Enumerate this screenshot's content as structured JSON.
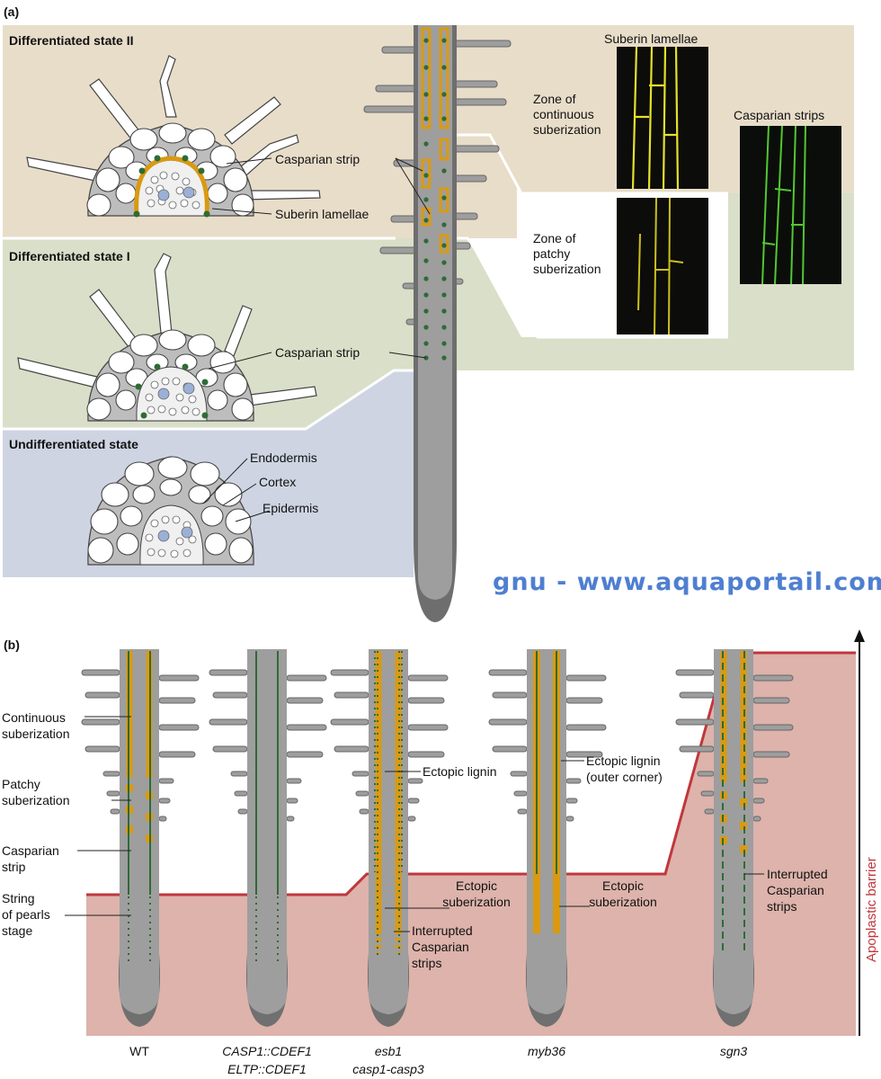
{
  "panel_a": {
    "tag": "(a)",
    "states": {
      "diff2": "Differentiated state II",
      "diff1": "Differentiated state I",
      "undiff": "Undifferentiated state"
    },
    "labels": {
      "casparian_strip_2": "Casparian strip",
      "suberin_lamellae": "Suberin lamellae",
      "casparian_strip_1": "Casparian strip",
      "endodermis": "Endodermis",
      "cortex": "Cortex",
      "epidermis": "Epidermis"
    },
    "micro": {
      "suberin_title": "Suberin lamellae",
      "casparian_title": "Casparian strips",
      "zone_cont": [
        "Zone of",
        "continuous",
        "suberization"
      ],
      "zone_patchy": [
        "Zone of",
        "patchy",
        "suberization"
      ]
    }
  },
  "watermark": "gnu - www.aquaportail.com",
  "panel_b": {
    "tag": "(b)",
    "left_labels": {
      "continuous": [
        "Continuous",
        "suberization"
      ],
      "patchy": [
        "Patchy",
        "suberization"
      ],
      "casparian": [
        "Casparian",
        "strip"
      ],
      "pearls": [
        "String",
        "of pearls",
        "stage"
      ]
    },
    "annotations": {
      "ectopic_lignin": "Ectopic lignin",
      "ectopic_lignin_outer": [
        "Ectopic lignin",
        "(outer corner)"
      ],
      "ectopic_sub_esb1": [
        "Ectopic",
        "suberization"
      ],
      "interrupted_esb1": [
        "Interrupted",
        "Casparian",
        "strips"
      ],
      "ectopic_sub_myb36": [
        "Ectopic",
        "suberization"
      ],
      "interrupted_sgn3": [
        "Interrupted",
        "Casparian",
        "strips"
      ]
    },
    "genotypes": {
      "wt": "WT",
      "casp1_l1": "CASP1::CDEF1",
      "casp1_l2": "ELTP::CDEF1",
      "esb1_l1": "esb1",
      "esb1_l2": "casp1-casp3",
      "myb36": "myb36",
      "sgn3": "sgn3"
    },
    "axis_label": "Apoplastic barrier"
  },
  "colors": {
    "diff2_bg": "#e8ddc9",
    "diff1_bg": "#d9dfc8",
    "undiff_bg": "#ced4e2",
    "root_grey": "#9e9e9e",
    "root_dark": "#707070",
    "suberin": "#d99a12",
    "casparian": "#2f6b35",
    "barrier_fill": "#ddb3ab",
    "barrier_line": "#c0373c"
  }
}
